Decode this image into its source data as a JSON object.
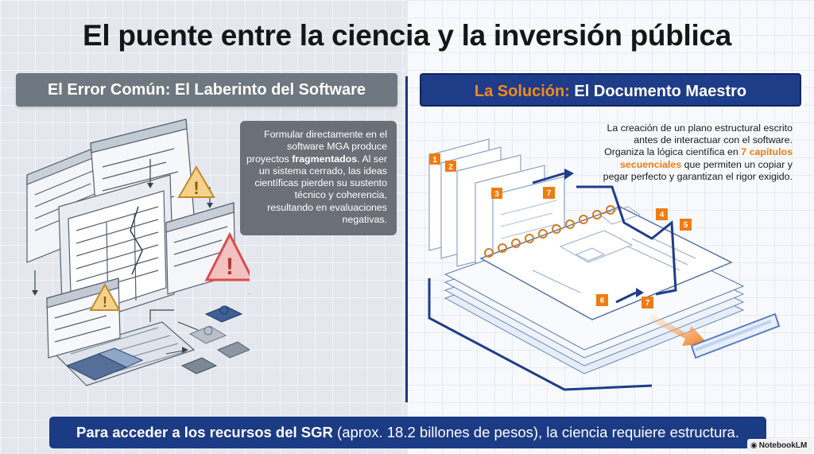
{
  "title": "El puente entre la ciencia y la inversión pública",
  "left": {
    "header": "El Error Común: El Laberinto del Software",
    "note": {
      "before": "Formular directamente en el software MGA produce proyectos ",
      "bold": "fragmentados",
      "after": ". Al ser un sistema cerrado, las ideas científicas pierden su sustento técnico y coherencia, resultando en evaluaciones negativas."
    }
  },
  "right": {
    "header_accent": "La Solución:",
    "header_rest": " El Documento Maestro",
    "note": {
      "before": "La creación de un plano estructural escrito antes de interactuar con el software. Organiza la lógica científica en ",
      "highlight": "7 capítulos secuenciales",
      "after": " que permiten un copiar y pegar perfecto y garantizan el rigor exigido."
    },
    "step_numbers": [
      "1",
      "2",
      "3",
      "7",
      "4",
      "5",
      "6",
      "7"
    ]
  },
  "footer": {
    "bold": "Para acceder a los recursos del SGR",
    "rest": " (aprox. 18.2 billones de pesos), la ciencia requiere estructura."
  },
  "badge": "NotebookLM",
  "colors": {
    "navy": "#1f3c88",
    "orange": "#f28a1e",
    "gray_panel": "#6f7780",
    "warning_red": "#d94c4c"
  },
  "icons": [
    "warning-icon",
    "puzzle-piece-icon",
    "document-stack-icon",
    "arrow-icon",
    "notebooklm-logo-icon"
  ]
}
